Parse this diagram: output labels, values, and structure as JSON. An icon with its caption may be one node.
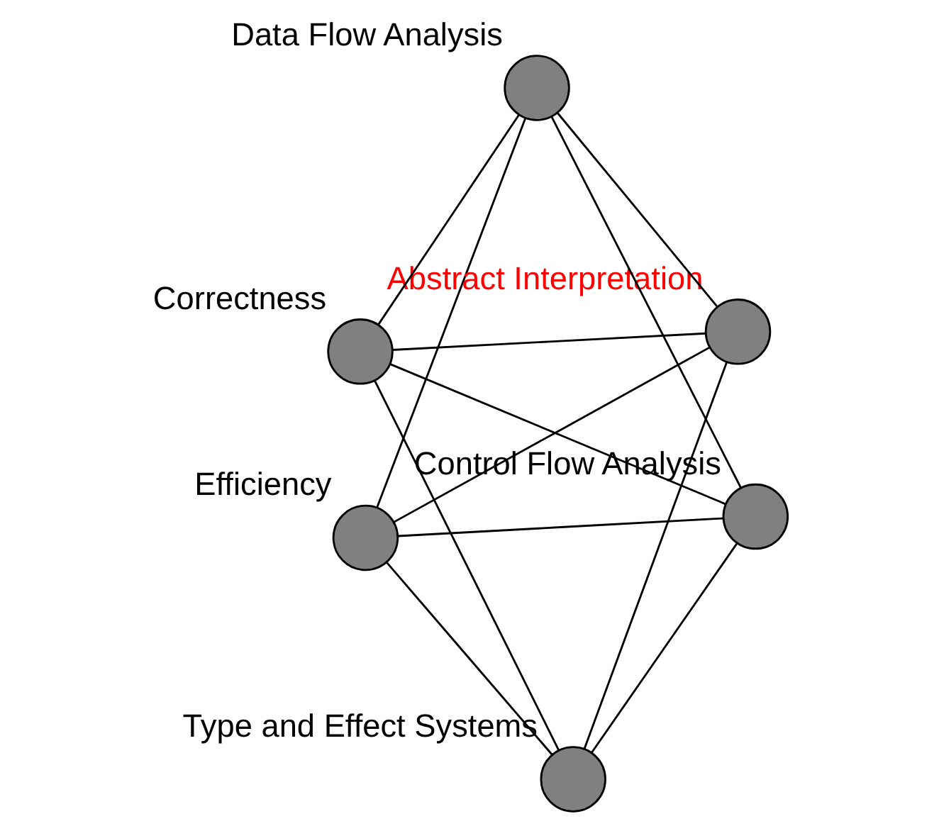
{
  "diagram": {
    "nodes": [
      {
        "text": [],
        "shape": "circle",
        "beside": [
          "Efficiency"
        ]
      },
      {
        "text": [],
        "shape": "circle",
        "beside": [
          "Control Flow Analysis"
        ]
      },
      {
        "text": [],
        "shape": "circle",
        "beside": [
          "Type and Effect Systems"
        ]
      },
      {
        "text": [],
        "shape": "circle",
        "beside": [
          "Data Flow Analysis"
        ]
      },
      {
        "text": [],
        "shape": "circle",
        "beside": [
          "Abstract Interpretation"
        ]
      },
      {
        "text": [],
        "shape": "circle",
        "beside": [
          "Correctness"
        ]
      }
    ],
    "edges": [
      {
        "from": 0,
        "to": 3,
        "arrow": "none"
      },
      {
        "from": 0,
        "to": 1,
        "arrow": "none"
      },
      {
        "from": 0,
        "to": 4,
        "arrow": "none"
      },
      {
        "from": 0,
        "to": 2,
        "arrow": "none"
      },
      {
        "from": 1,
        "to": 3,
        "arrow": "none"
      },
      {
        "from": 1,
        "to": 2,
        "arrow": "none"
      },
      {
        "from": 1,
        "to": 5,
        "arrow": "none"
      },
      {
        "from": 3,
        "to": 4,
        "arrow": "none"
      },
      {
        "from": 3,
        "to": 5,
        "arrow": "none"
      },
      {
        "from": 4,
        "to": 2,
        "arrow": "none"
      },
      {
        "from": 4,
        "to": 5,
        "arrow": "none"
      },
      {
        "from": 2,
        "to": 5,
        "arrow": "none"
      }
    ]
  }
}
